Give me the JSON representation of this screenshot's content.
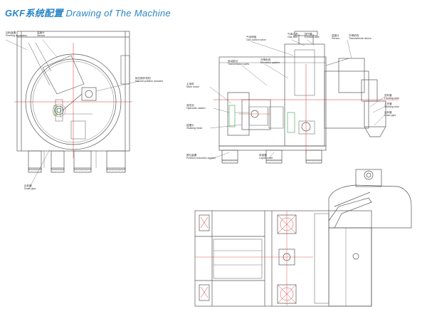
{
  "title": {
    "cn": "GKF系统配置",
    "en": "Drawing of The Machine"
  },
  "labels": {
    "feeding_apparatus": {
      "cn": "加料装置",
      "en": "Feeding apparatus"
    },
    "sensor_left": {
      "cn": "温度计",
      "en": "Sensor"
    },
    "manual_actuator": {
      "cn": "转位操作机构",
      "en": "Manual position actuator"
    },
    "drain_pipe_left": {
      "cn": "出料管",
      "en": "Drain pipe"
    },
    "gas_control_valve": {
      "cn": "气动阀组",
      "en": "Gas control valve"
    },
    "gas_filter": {
      "cn": "气体过滤",
      "en": "Gas filter"
    },
    "exhaust_pipe": {
      "cn": "排气管",
      "en": "Exhaust pipe"
    },
    "sensor_right": {
      "cn": "温度计",
      "en": "Sensor"
    },
    "translational_device": {
      "cn": "升降机构",
      "en": "Translational device"
    },
    "transmission_parts": {
      "cn": "传动部分",
      "en": "Transmission parts"
    },
    "elevation_system": {
      "cn": "升降系统",
      "en": "Elevation system"
    },
    "main_motor": {
      "cn": "主电机",
      "en": "Main motor"
    },
    "hydraulic_station": {
      "cn": "液压站",
      "en": "Hydraulic station"
    },
    "shaking_head": {
      "cn": "摇摆头",
      "en": "Shaking head"
    },
    "position_limit": {
      "cn": "限位装置",
      "en": "Position reduction system"
    },
    "liquid_outlet": {
      "cn": "排液管",
      "en": "Liquid outlet"
    },
    "feeding_tube": {
      "cn": "进料管",
      "en": "Feeding tube"
    },
    "working_tube": {
      "cn": "工作管",
      "en": "Working tube"
    },
    "drain_pipe_right": {
      "cn": "出料管",
      "en": "Drain pipe"
    }
  },
  "colors": {
    "title": "#2a86c6",
    "line": "#555555",
    "accent": "#d9352f",
    "green": "#3aa04a"
  }
}
